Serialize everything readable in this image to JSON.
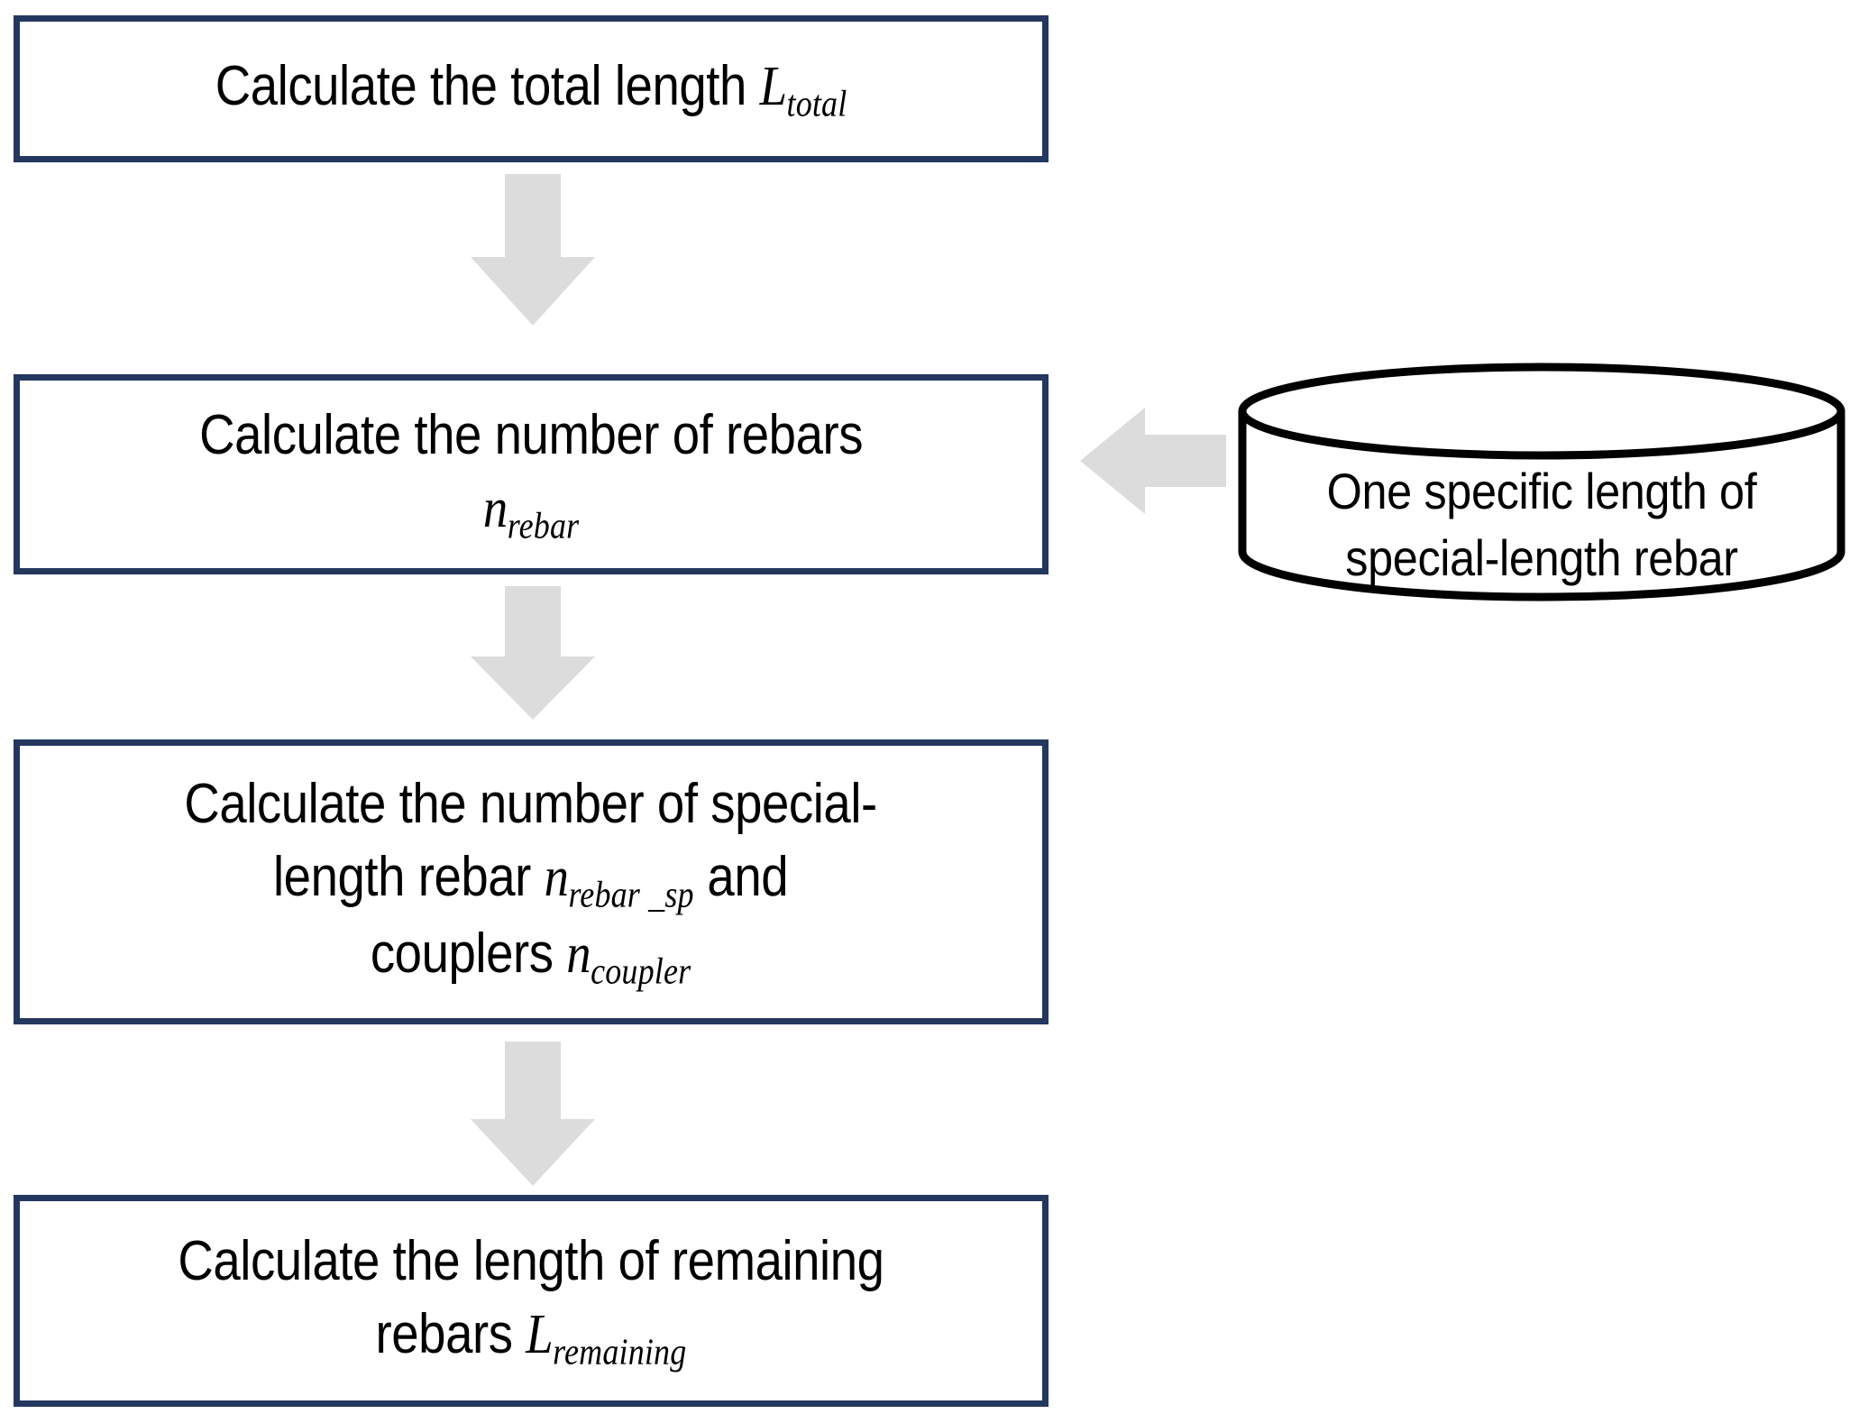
{
  "diagram": {
    "title": "Special-length rebar calculation flowchart",
    "colors": {
      "box_border": "#24375F",
      "box_fill": "#FFFFFF",
      "arrow_fill": "#DCDCDC",
      "cylinder_stroke": "#000000",
      "text": "#000000",
      "background": "#FFFFFF"
    },
    "nodes": [
      {
        "id": "step1",
        "type": "process",
        "text_plain": "Calculate the total length L_total",
        "lines": [
          {
            "text": "Calculate the total length ",
            "var_base": "L",
            "var_sub": "total"
          }
        ]
      },
      {
        "id": "step2",
        "type": "process",
        "text_plain": "Calculate the number of rebars n_rebar",
        "lines": [
          {
            "text": "Calculate the number of rebars",
            "var_base": "",
            "var_sub": ""
          },
          {
            "text": "",
            "var_base": "n",
            "var_sub": "rebar"
          }
        ]
      },
      {
        "id": "step3",
        "type": "process",
        "text_plain": "Calculate the number of special-length rebar n_rebar _sp and couplers n_coupler",
        "lines": [
          {
            "text": "Calculate the number of special-",
            "var_base": "",
            "var_sub": ""
          },
          {
            "text": "length rebar ",
            "var_base": "n",
            "var_sub": "rebar _sp",
            "text_after": " and"
          },
          {
            "text": "couplers ",
            "var_base": "n",
            "var_sub": "coupler"
          }
        ]
      },
      {
        "id": "step4",
        "type": "process",
        "text_plain": "Calculate the length of remaining rebars L_remaining",
        "lines": [
          {
            "text": "Calculate the length of remaining",
            "var_base": "",
            "var_sub": ""
          },
          {
            "text": "rebars ",
            "var_base": "L",
            "var_sub": "remaining"
          }
        ]
      }
    ],
    "step1": {
      "prefix": "Calculate the total length ",
      "var_base": "L",
      "var_sub": "total"
    },
    "step2": {
      "line1": "Calculate the number of rebars",
      "var_base": "n",
      "var_sub": "rebar"
    },
    "step3": {
      "line1": "Calculate the number of special-",
      "line2_prefix": "length rebar ",
      "var1_base": "n",
      "var1_sub": "rebar _sp",
      "line2_suffix": " and",
      "line3_prefix": "couplers ",
      "var2_base": "n",
      "var2_sub": "coupler"
    },
    "step4": {
      "line1": "Calculate the length of remaining",
      "line2_prefix": "rebars ",
      "var_base": "L",
      "var_sub": "remaining"
    },
    "datastore": {
      "id": "datastore1",
      "type": "cylinder",
      "line1": "One specific length of",
      "line2": "special-length rebar",
      "text_plain": "One specific length of special-length rebar"
    },
    "edges": [
      {
        "from": "step1",
        "to": "step2",
        "direction": "down",
        "style": "block-arrow"
      },
      {
        "from": "step2",
        "to": "step3",
        "direction": "down",
        "style": "block-arrow"
      },
      {
        "from": "step3",
        "to": "step4",
        "direction": "down",
        "style": "block-arrow"
      },
      {
        "from": "datastore1",
        "to": "step2",
        "direction": "left",
        "style": "block-arrow"
      }
    ]
  }
}
